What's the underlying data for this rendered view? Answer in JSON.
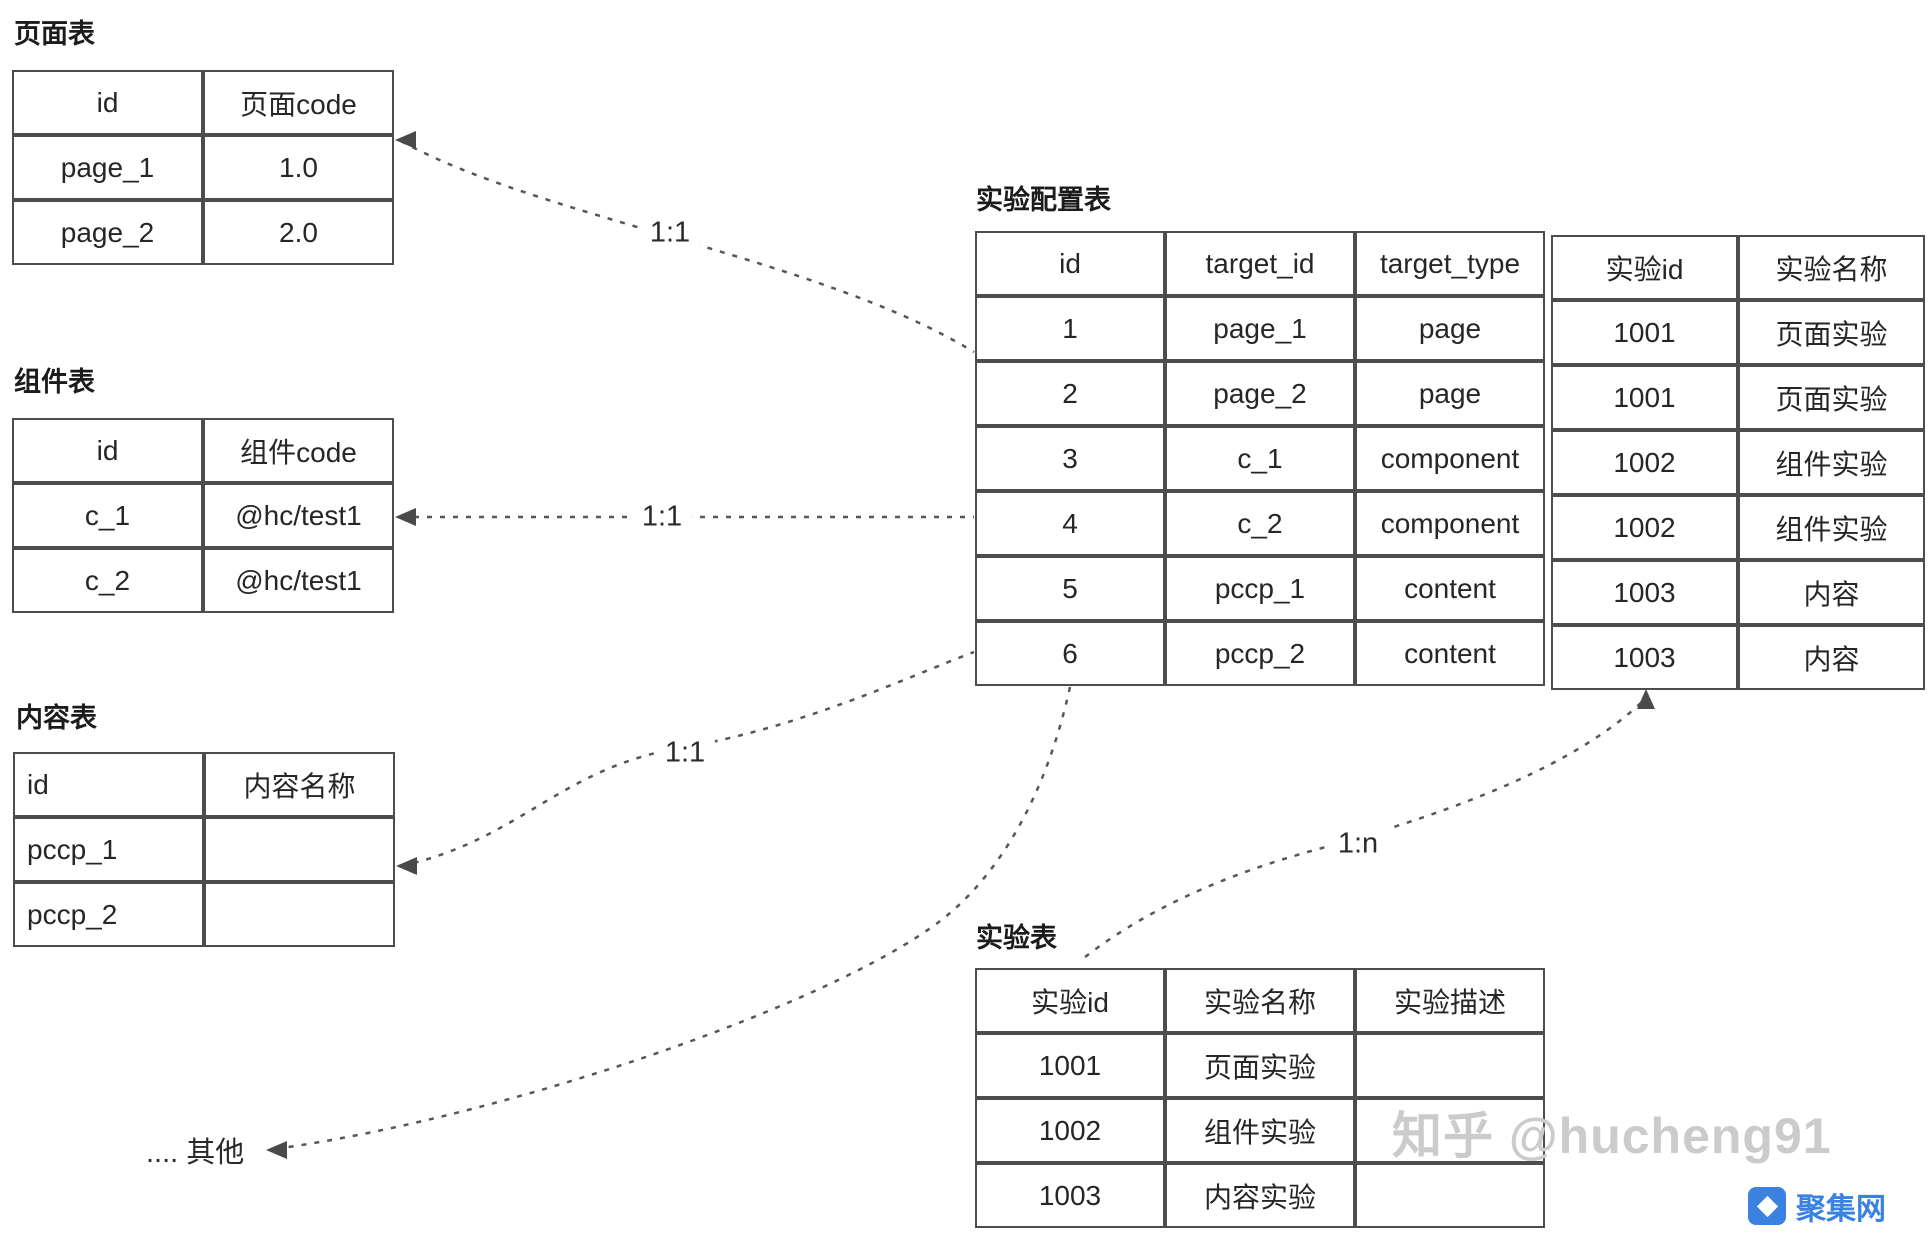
{
  "tables": {
    "page": {
      "title": "页面表",
      "headers": [
        "id",
        "页面code"
      ],
      "rows": [
        [
          "page_1",
          "1.0"
        ],
        [
          "page_2",
          "2.0"
        ]
      ]
    },
    "component": {
      "title": "组件表",
      "headers": [
        "id",
        "组件code"
      ],
      "rows": [
        [
          "c_1",
          "@hc/test1"
        ],
        [
          "c_2",
          "@hc/test1"
        ]
      ]
    },
    "content": {
      "title": "内容表",
      "align_first_left": true,
      "headers": [
        "id",
        "内容名称"
      ],
      "rows": [
        [
          "pccp_1",
          ""
        ],
        [
          "pccp_2",
          ""
        ]
      ]
    },
    "config_left": {
      "title": "实验配置表",
      "headers": [
        "id",
        "target_id",
        "target_type"
      ],
      "rows": [
        [
          "1",
          "page_1",
          "page"
        ],
        [
          "2",
          "page_2",
          "page"
        ],
        [
          "3",
          "c_1",
          "component"
        ],
        [
          "4",
          "c_2",
          "component"
        ],
        [
          "5",
          "pccp_1",
          "content"
        ],
        [
          "6",
          "pccp_2",
          "content"
        ]
      ]
    },
    "config_right": {
      "headers": [
        "实验id",
        "实验名称"
      ],
      "rows": [
        [
          "1001",
          "页面实验"
        ],
        [
          "1001",
          "页面实验"
        ],
        [
          "1002",
          "组件实验"
        ],
        [
          "1002",
          "组件实验"
        ],
        [
          "1003",
          "内容"
        ],
        [
          "1003",
          "内容"
        ]
      ]
    },
    "experiment": {
      "title": "实验表",
      "headers": [
        "实验id",
        "实验名称",
        "实验描述"
      ],
      "rows": [
        [
          "1001",
          "页面实验",
          ""
        ],
        [
          "1002",
          "组件实验",
          ""
        ],
        [
          "1003",
          "内容实验",
          ""
        ]
      ]
    }
  },
  "relations": {
    "page_config": "1:1",
    "component_config": "1:1",
    "content_config": "1:1",
    "experiment_config": "1:n",
    "other": ".... 其他"
  },
  "watermark": "知乎 @hucheng91",
  "site_logo_text": "聚集网",
  "colors": {
    "border": "#4d4d4d",
    "text": "#262626",
    "wire": "#565656",
    "watermark": "#cbcbcb",
    "logo_blue": "#3b82e0",
    "background": "#ffffff"
  }
}
